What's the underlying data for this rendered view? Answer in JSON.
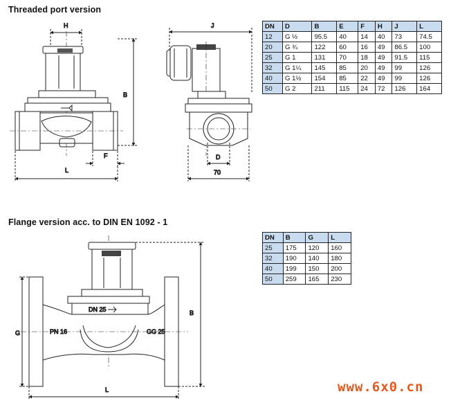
{
  "threaded": {
    "title": "Threaded port version",
    "drawing_labels": {
      "H": "H",
      "J": "J",
      "B": "B",
      "F": "F",
      "L": "L",
      "D": "D",
      "width_70": "70"
    },
    "table": {
      "headers": [
        "DN",
        "D",
        "B",
        "E",
        "F",
        "H",
        "J",
        "L"
      ],
      "rows": [
        [
          "12",
          "G ½",
          "95.5",
          "40",
          "14",
          "40",
          "73",
          "74.5"
        ],
        [
          "20",
          "G ¾",
          "122",
          "60",
          "16",
          "49",
          "86.5",
          "100"
        ],
        [
          "25",
          "G 1",
          "131",
          "70",
          "18",
          "49",
          "91.5",
          "115"
        ],
        [
          "32",
          "G 1¼",
          "145",
          "85",
          "20",
          "49",
          "99",
          "126"
        ],
        [
          "40",
          "G 1½",
          "154",
          "85",
          "22",
          "49",
          "99",
          "126"
        ],
        [
          "50",
          "G 2",
          "211",
          "115",
          "24",
          "72",
          "126",
          "164"
        ]
      ]
    }
  },
  "flange": {
    "title": "Flange version acc. to DIN EN 1092 - 1",
    "drawing_labels": {
      "G": "G",
      "B": "B",
      "L": "L",
      "pn": "PN 16",
      "gg": "GG 25",
      "dn": "DN 25"
    },
    "table": {
      "headers": [
        "DN",
        "B",
        "G",
        "L"
      ],
      "rows": [
        [
          "25",
          "175",
          "120",
          "160"
        ],
        [
          "32",
          "190",
          "140",
          "180"
        ],
        [
          "40",
          "199",
          "150",
          "200"
        ],
        [
          "50",
          "259",
          "165",
          "230"
        ]
      ]
    }
  },
  "watermark": "www.6x0.cn"
}
